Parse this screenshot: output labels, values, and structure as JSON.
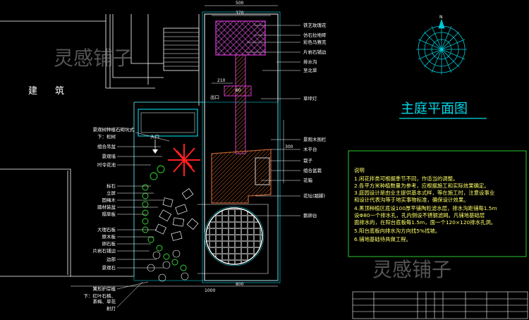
{
  "drawing": {
    "title": "主庭平面图",
    "building_label": [
      "建",
      "筑"
    ],
    "watermark": "灵感铺子",
    "entrance_label": "入口",
    "exit_label": "出口",
    "compass_label": "N"
  },
  "labels_right": [
    "铁艺玫瑰花",
    "仿石拉地砖",
    "彩色马赛克",
    "片岩石铺边",
    "排水沟",
    "至北草",
    "草坪灯",
    "景观木围栏",
    "木平台",
    "栽子",
    "组合盆栽",
    "花箱",
    "花坛(踏脚)",
    "鹅卵台"
  ],
  "labels_left": [
    "景观树种植石砌坑式",
    "下：松树",
    "组合吊盆",
    "景观墙",
    "时令花池",
    "标石",
    "立屏",
    "固绳木",
    "踏材装盆",
    "隔草板",
    "大理石板",
    "原木板",
    "卵石板",
    "片岩石铺边",
    "边部",
    "景观石",
    "篱形护岸植",
    "下：红叶石楠、",
    "茶梅、草花",
    "射灯"
  ],
  "dimensions": [
    "500",
    "370",
    "210",
    "60",
    "300",
    "1000",
    "800"
  ],
  "notes": {
    "heading": "说明",
    "items": [
      "1.闲花拌类可根据季节不同，作适当的调整。",
      "2.各平方米种植数量为参考，应根据施工和实际效果确定。",
      "3.庭园设计是由业主提供基本式样，等在施工时，注意设事业",
      "  和设计代表沟等于地实事物标准，确保设计效果。",
      "4.黑顶种植区底设100厚平铺陶粒滤水层，排水沟距铺每1.5m",
      "  设Φ80一个排水孔，孔内侧设不锈钢滤网。凡铺地基础层",
      "  面排水的，在阳台底板每1.5m，面一个120×120排水孔洞。",
      "5.阳台底板向排水沟方向找5%找坡。",
      "6.铺地基础待具做工程。"
    ]
  },
  "colors": {
    "background": "#000000",
    "line_white": "#ffffff",
    "line_cyan": "#00c8d8",
    "line_green": "#33dd33",
    "line_red": "#ff2020",
    "title_cyan": "#00d8e8",
    "deck_brown": "#8a4b2a",
    "yellow_text": "#ffff66",
    "magenta": "#ff40ff"
  },
  "icons": [
    "compass-rose-icon",
    "entry-arrow-icon"
  ]
}
